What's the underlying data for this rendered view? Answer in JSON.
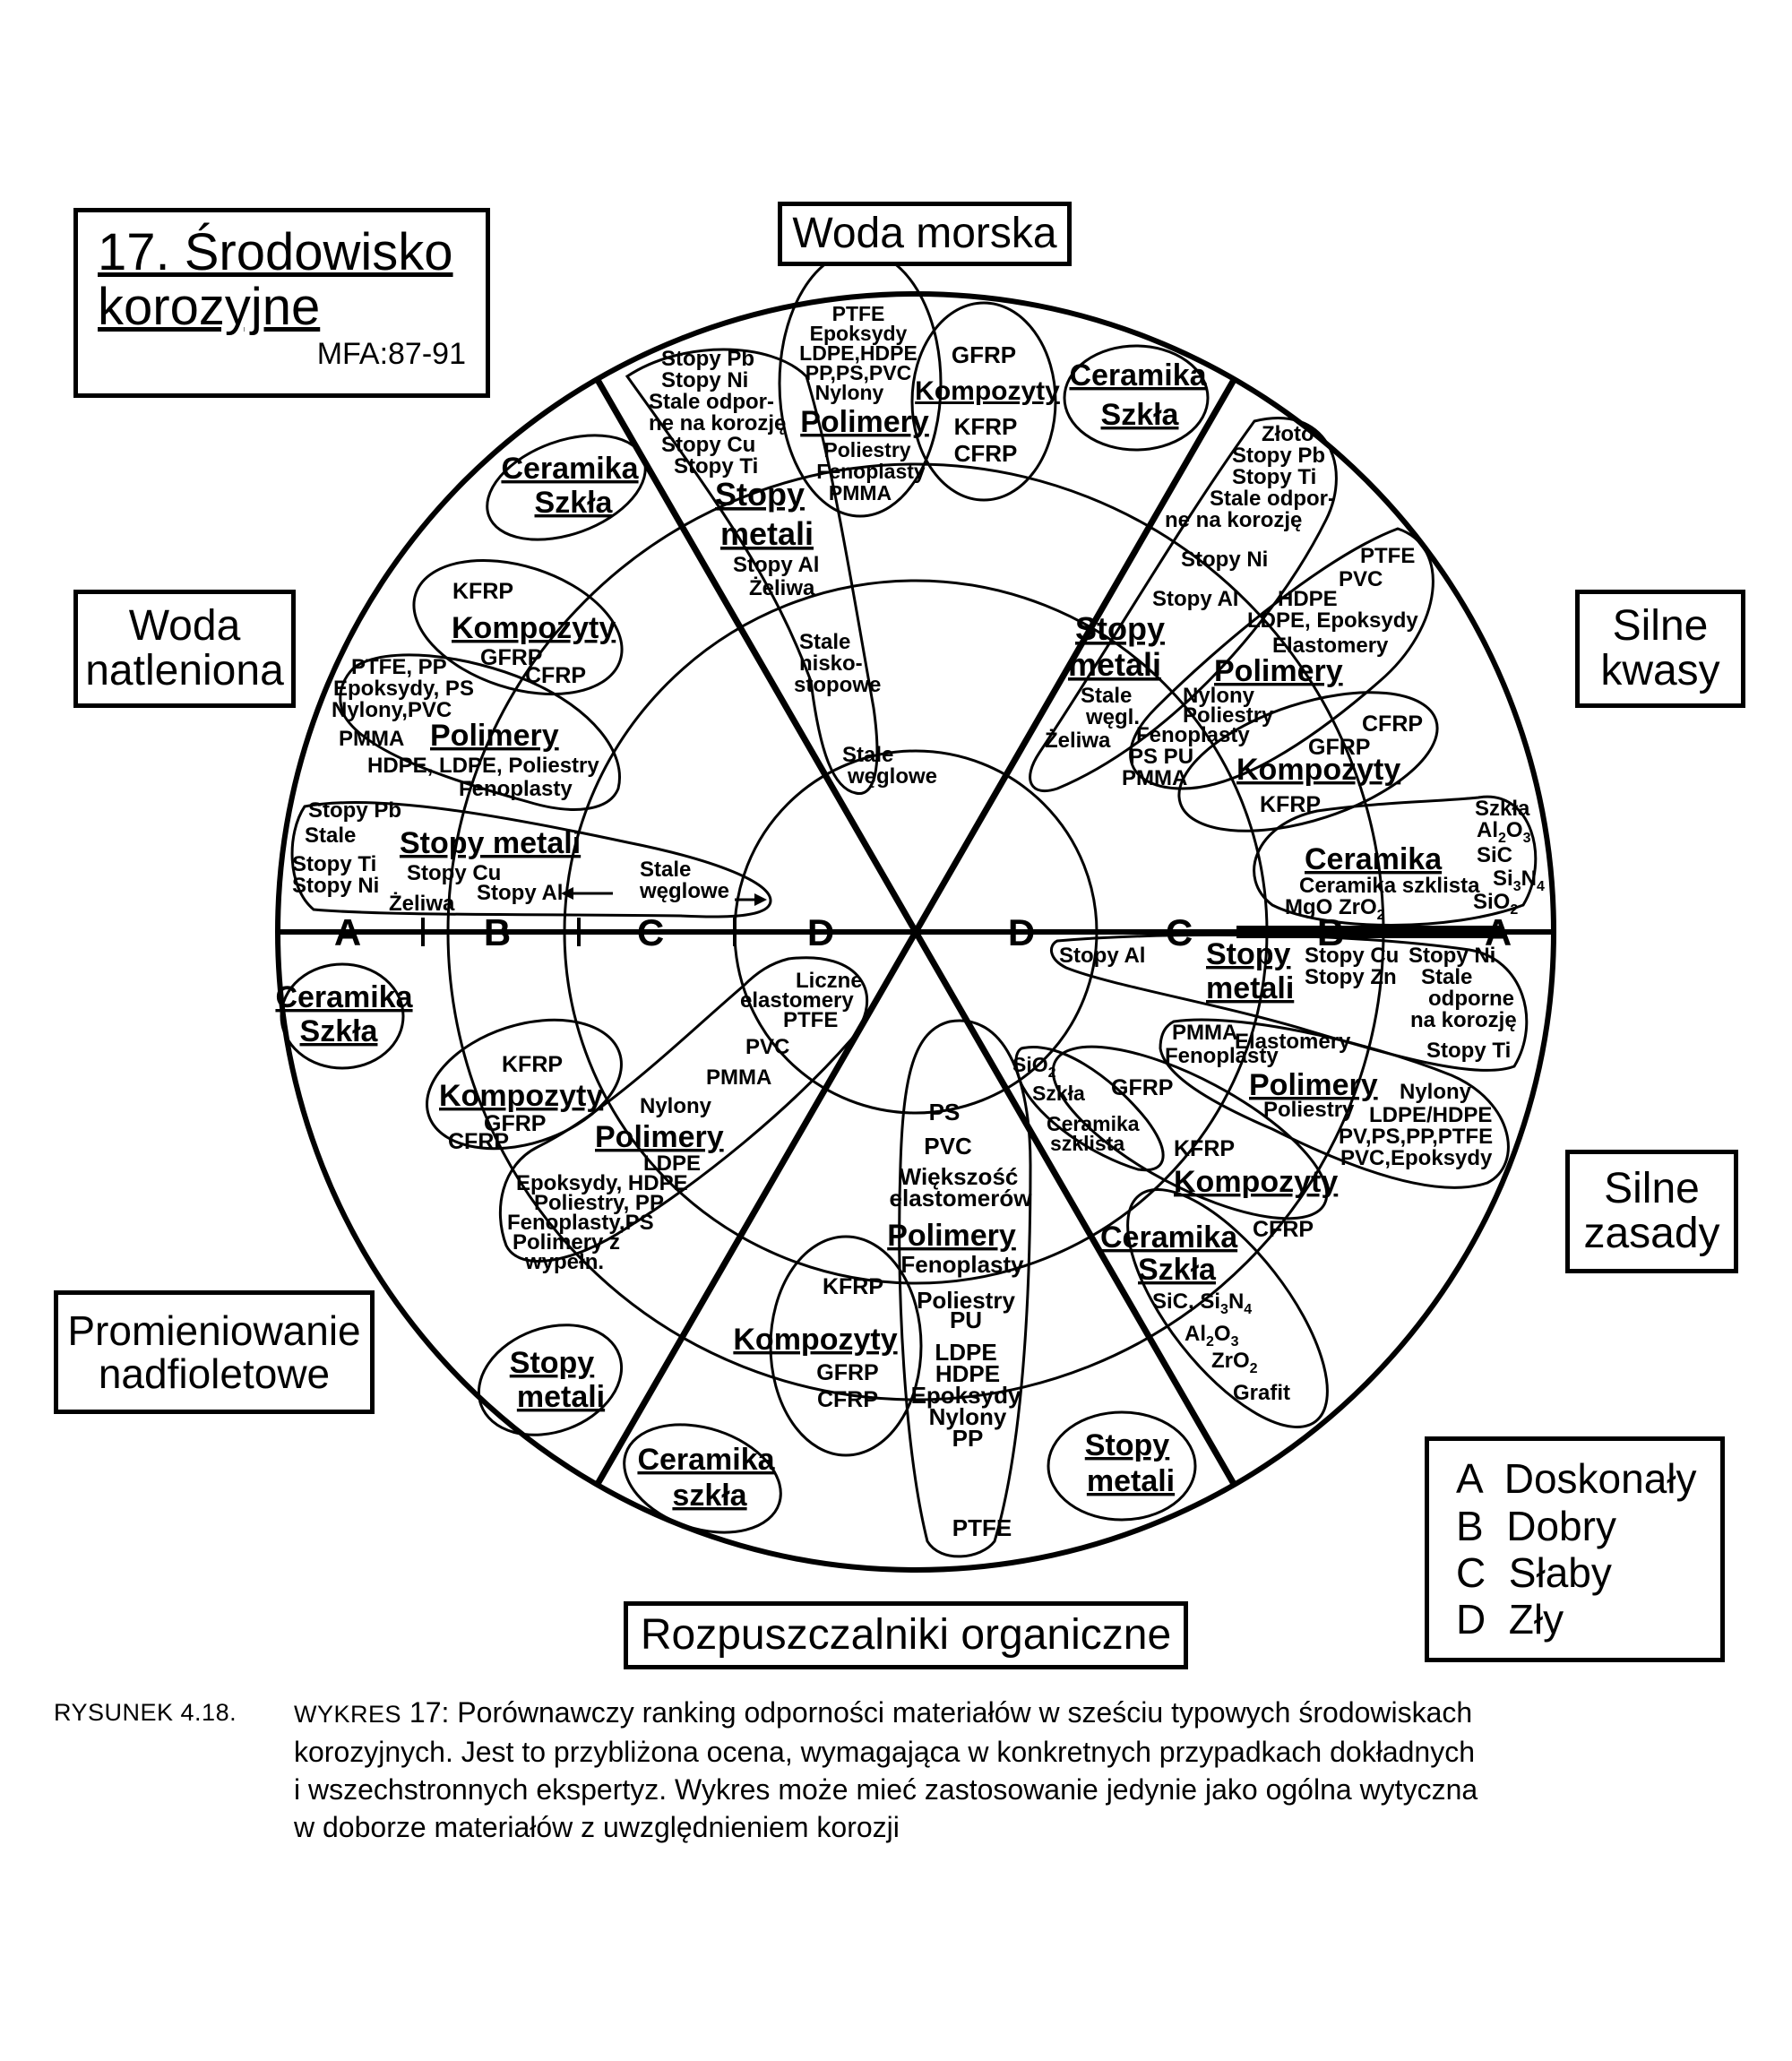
{
  "title": {
    "line1": "17. Środowisko",
    "line2": "korozyjne",
    "ref": "MFA:87-91"
  },
  "environments": {
    "sea": "Woda morska",
    "acids_1": "Silne",
    "acids_2": "kwasy",
    "oxygen_1": "Woda",
    "oxygen_2": "natleniona",
    "bases_1": "Silne",
    "bases_2": "zasady",
    "uv_1": "Promieniowanie",
    "uv_2": "nadfioletowe",
    "solvents": "Rozpuszczalniki organiczne"
  },
  "axis": {
    "a": "A",
    "b": "B",
    "c": "C",
    "d": "D"
  },
  "legend": [
    {
      "code": "A",
      "label": "Doskonały"
    },
    {
      "code": "B",
      "label": "Dobry"
    },
    {
      "code": "C",
      "label": "Słaby"
    },
    {
      "code": "D",
      "label": "Zły"
    }
  ],
  "caption": {
    "tag": "RYSUNEK 4.18.",
    "wykres": "WYKRES",
    "line1": " 17: Porównawczy ranking odporności materiałów w sześciu typowych środowiskach",
    "line2": "korozyjnych. Jest to przybliżona ocena, wymagająca w konkretnych przypadkach dokładnych",
    "line3": "i wszechstronnych ekspertyz. Wykres może mieć zastosowanie jedynie jako ogólna wytyczna",
    "line4": "w doborze materiałów z uwzględnieniem korozji"
  },
  "sectors": {
    "sea": {
      "pb": "Stopy Pb",
      "ni": "Stopy Ni",
      "st1": "Stale odpor-",
      "st2": "ne na korozję",
      "cu": "Stopy Cu",
      "ti": "Stopy Ti",
      "m1": "Stopy",
      "m2": "metali",
      "al": "Stopy Al",
      "zel": "Żeliwa",
      "sn1": "Stale",
      "sn2": "nisko-",
      "sn3": "stopowe",
      "sw1": "Stale",
      "sw2": "węglowe",
      "p1": "PTFE",
      "p2": "Epoksydy",
      "p3": "LDPE,HDPE",
      "p4": "PP,PS,PVC",
      "p5": "Nylony",
      "pol": "Polimery",
      "p6": "Poliestry",
      "p7": "Fenoplasty",
      "p8": "PMMA",
      "gfrp": "GFRP",
      "komp": "Kompozyty",
      "kfrp": "KFRP",
      "cfrp": "CFRP",
      "cer": "Ceramika",
      "sz": "Szkła"
    },
    "acids": {
      "au": "Złoto",
      "pb": "Stopy Pb",
      "ti": "Stopy Ti",
      "st1": "Stale odpor-",
      "st2": "ne na korozję",
      "ni": "Stopy Ni",
      "al": "Stopy Al",
      "m1": "Stopy",
      "m2": "metali",
      "sw1": "Stale",
      "sw2": "węgl.",
      "zel": "Żeliwa",
      "ptfe": "PTFE",
      "pvc": "PVC",
      "hdpe": "HDPE",
      "ldpe": "LDPE, Epoksydy",
      "ela": "Elastomery",
      "pol": "Polimery",
      "ny": "Nylony",
      "pe": "Poliestry",
      "fe": "Fenoplasty",
      "pspu": "PS PU",
      "pmma": "PMMA",
      "cfrp": "CFRP",
      "gfrp": "GFRP",
      "komp": "Kompozyty",
      "kfrp": "KFRP",
      "szk": "Szkła",
      "al2": "Al",
      "al2s": "2",
      "al2o": "O",
      "al2n": "3",
      "sic": "SiC",
      "cer": "Ceramika",
      "cersz": "Ceramika szklista",
      "si3": "Si",
      "si3s": "3",
      "si3n": "N",
      "si3t": "4",
      "sio": "SiO",
      "sios": "2",
      "mgo": "MgO ZrO",
      "mgos": "2"
    },
    "oxygen": {
      "cer": "Ceramika",
      "sz": "Szkła",
      "kfrp": "KFRP",
      "komp": "Kompozyty",
      "gfrp": "GFRP",
      "cfrp": "CFRP",
      "p1": "PTFE, PP",
      "p2": "Epoksydy, PS",
      "p3": "Nylony,PVC",
      "pmma": "PMMA",
      "pol": "Polimery",
      "p4": "HDPE, LDPE, Poliestry",
      "p5": "Fenoplasty",
      "pb": "Stopy Pb",
      "stale": "Stale",
      "ti": "Stopy Ti",
      "ni": "Stopy Ni",
      "mt": "Stopy metali",
      "cu": "Stopy Cu",
      "zel": "Żeliwa",
      "al": "Stopy Al",
      "sw1": "Stale",
      "sw2": "węglowe"
    },
    "bases": {
      "al": "Stopy Al",
      "m1": "Stopy",
      "m2": "metali",
      "cu": "Stopy Cu",
      "zn": "Stopy Zn",
      "ni": "Stopy Ni",
      "st1": "Stale",
      "st2": "odporne",
      "st3": "na korozję",
      "ti": "Stopy Ti",
      "pmma": "PMMA",
      "ela": "Elastomery",
      "fe": "Fenoplasty",
      "pol": "Polimery",
      "ny": "Nylony",
      "pe": "Poliestry",
      "ld": "LDPE/HDPE",
      "pv": "PV,PS,PP,PTFE",
      "pve": "PVC,Epoksydy",
      "sio": "SiO",
      "sios": "2",
      "szk": "Szkła",
      "gfrp": "GFRP",
      "cs1": "Ceramika",
      "cs2": "szklista",
      "kfrp": "KFRP",
      "komp": "Kompozyty",
      "cer": "Ceramika",
      "sz": "Szkła",
      "cfrp": "CFRP",
      "sic": "SiC, Si",
      "sics": "3",
      "sicn": "N",
      "sict": "4",
      "alo": "Al",
      "alos": "2",
      "aloo": "O",
      "alot": "3",
      "zro": "ZrO",
      "zros": "2",
      "gra": "Grafit"
    },
    "uv": {
      "cer": "Ceramika",
      "sz": "Szkła",
      "kfrp": "KFRP",
      "komp": "Kompozyty",
      "gfrp": "GFRP",
      "cfrp": "CFRP",
      "le1": "Liczne",
      "le2": "elastomery",
      "ptfe": "PTFE",
      "pvc": "PVC",
      "pmma": "PMMA",
      "ny": "Nylony",
      "pol": "Polimery",
      "ldpe": "LDPE",
      "e1": "Epoksydy, HDPE",
      "e2": "Poliestry, PP",
      "e3": "Fenoplasty,PS",
      "e4": "Polimery z",
      "e5": "wypełn.",
      "m1": "Stopy",
      "m2": "metali"
    },
    "solvents": {
      "ps": "PS",
      "pvc": "PVC",
      "w1": "Większość",
      "w2": "elastomerów",
      "pol": "Polimery",
      "fe": "Fenoplasty",
      "pe1": "Poliestry",
      "pe2": "PU",
      "ld": "LDPE",
      "hd": "HDPE",
      "ep": "Epoksydy",
      "ny": "Nylony",
      "pp": "PP",
      "ptfe": "PTFE",
      "kfrp": "KFRP",
      "komp": "Kompozyty",
      "gfrp": "GFRP",
      "cfrp": "CFRP",
      "cer": "Ceramika",
      "sz": "szkła",
      "m1": "Stopy",
      "m2": "metali"
    }
  }
}
